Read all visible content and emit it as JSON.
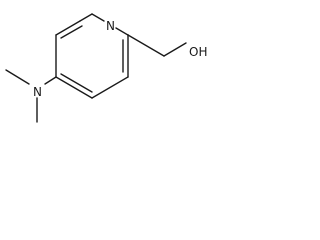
{
  "molecule": {
    "atoms": {
      "ring_nitrogen": "N",
      "amine_nitrogen": "N",
      "hydroxyl": "OH"
    }
  }
}
